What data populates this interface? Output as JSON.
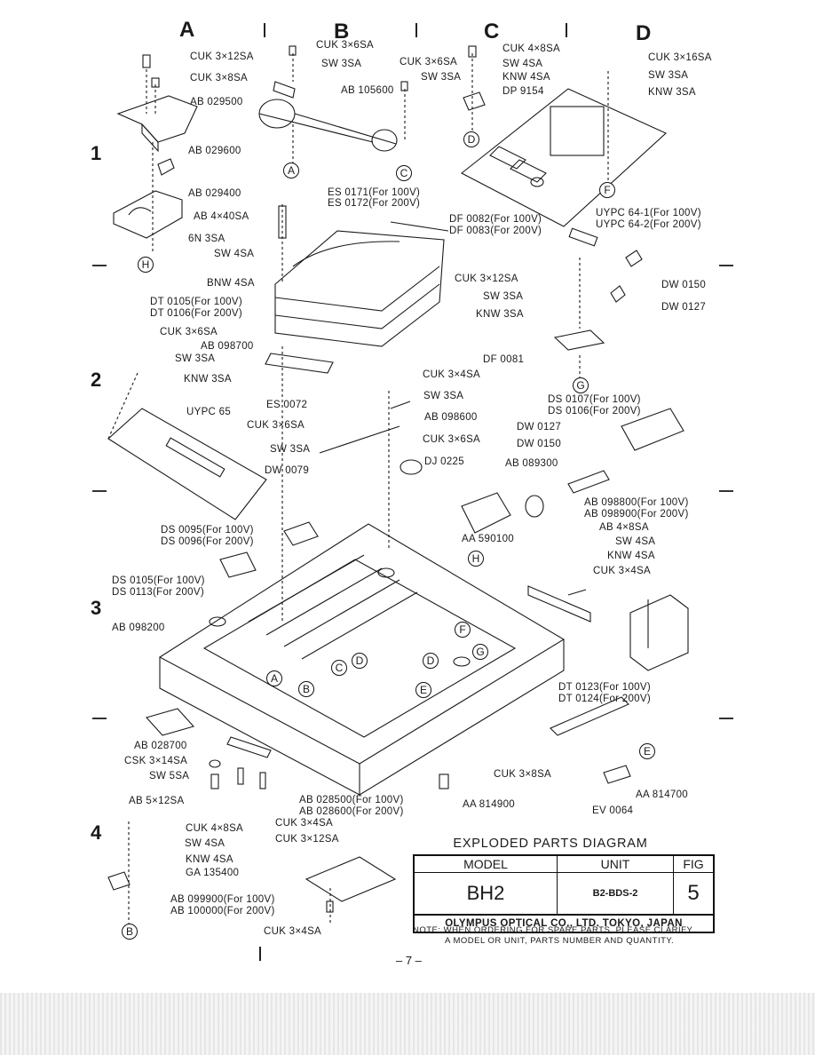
{
  "columns": [
    "A",
    "B",
    "C",
    "D"
  ],
  "rows": [
    "1",
    "2",
    "3",
    "4"
  ],
  "callouts": [
    "A",
    "B",
    "C",
    "D",
    "E",
    "F",
    "G",
    "H"
  ],
  "labels": {
    "a1": "CUK 3×12SA",
    "a2": "CUK 3×8SA",
    "a3": "AB 029500",
    "a4": "AB 029600",
    "a5": "AB 029400",
    "a6": "AB 4×40SA",
    "a7": "6N 3SA",
    "a8": "SW 4SA",
    "a9": "BNW 4SA",
    "b1": "CUK 3×6SA",
    "b2": "SW 3SA",
    "b3": "CUK 3×6SA",
    "b4": "SW 3SA",
    "b5": "AB 105600",
    "b6": "ES 0171(For 100V)",
    "b7": "ES 0172(For 200V)",
    "c1": "CUK 4×8SA",
    "c2": "SW 4SA",
    "c3": "KNW 4SA",
    "c4": "DP 9154",
    "d1": "CUK 3×16SA",
    "d2": "SW 3SA",
    "d3": "KNW 3SA",
    "d4": "UYPC 64-1(For 100V)",
    "d5": "UYPC 64-2(For 200V)",
    "e1": "DF 0082(For 100V)",
    "e2": "DF 0083(For 200V)",
    "e3": "CUK 3×12SA",
    "e4": "SW 3SA",
    "e5": "KNW 3SA",
    "e6": "DW 0150",
    "e7": "DW 0127",
    "e8": "DF 0081",
    "f1": "DT 0105(For 100V)",
    "f2": "DT 0106(For 200V)",
    "f3": "AB 098700",
    "g1": "CUK 3×6SA",
    "g2": "SW 3SA",
    "g3": "KNW 3SA",
    "g4": "UYPC 65",
    "h1": "CUK 3×4SA",
    "h2": "SW 3SA",
    "h3": "AB 098600",
    "h4": "ES 0072",
    "h5": "CUK 3×6SA",
    "h6": "SW 3SA",
    "h7": "DW 0079",
    "h8": "CUK 3×6SA",
    "h9": "DJ 0225",
    "h10": "AB 089300",
    "i1": "DS 0107(For 100V)",
    "i2": "DS 0106(For 200V)",
    "i3": "DW 0127",
    "i4": "DW 0150",
    "j1": "DS 0095(For 100V)",
    "j2": "DS 0096(For 200V)",
    "j3": "AA 590100",
    "j4": "AB 098800(For 100V)",
    "j5": "AB 098900(For 200V)",
    "j6": "AB 4×8SA",
    "j7": "SW 4SA",
    "j8": "KNW 4SA",
    "j9": "CUK 3×4SA",
    "k1": "DS 0105(For 100V)",
    "k2": "DS 0113(For 200V)",
    "k3": "AB 098200",
    "l1": "DT 0123(For 100V)",
    "l2": "DT 0124(For 200V)",
    "m1": "AB 028700",
    "m2": "CSK 3×14SA",
    "m3": "SW 5SA",
    "m4": "AB 5×12SA",
    "m5": "CUK 3×8SA",
    "m6": "AA 814700",
    "m7": "AA 814900",
    "m8": "EV 0064",
    "m9": "AB 028500(For 100V)",
    "m10": "AB 028600(For 200V)",
    "m11": "CUK 3×4SA",
    "m12": "CUK 3×12SA",
    "n1": "CUK 4×8SA",
    "n2": "SW 4SA",
    "n3": "KNW 4SA",
    "n4": "GA 135400",
    "n5": "AB 099900(For 100V)",
    "n6": "AB 100000(For 200V)",
    "n7": "CUK 3×4SA"
  },
  "title_block": {
    "title": "EXPLODED PARTS DIAGRAM",
    "headers": {
      "model": "MODEL",
      "unit": "UNIT",
      "fig": "FIG"
    },
    "model": "BH2",
    "unit": "B2-BDS-2",
    "fig": "5",
    "maker": "OLYMPUS OPTICAL CO., LTD. TOKYO, JAPAN"
  },
  "note": {
    "line1": "NOTE: WHEN ORDERING FOR SPARE PARTS, PLEASE CLARIFY",
    "line2": "A MODEL OR UNIT, PARTS NUMBER AND QUANTITY."
  },
  "page_number": "– 7 –"
}
